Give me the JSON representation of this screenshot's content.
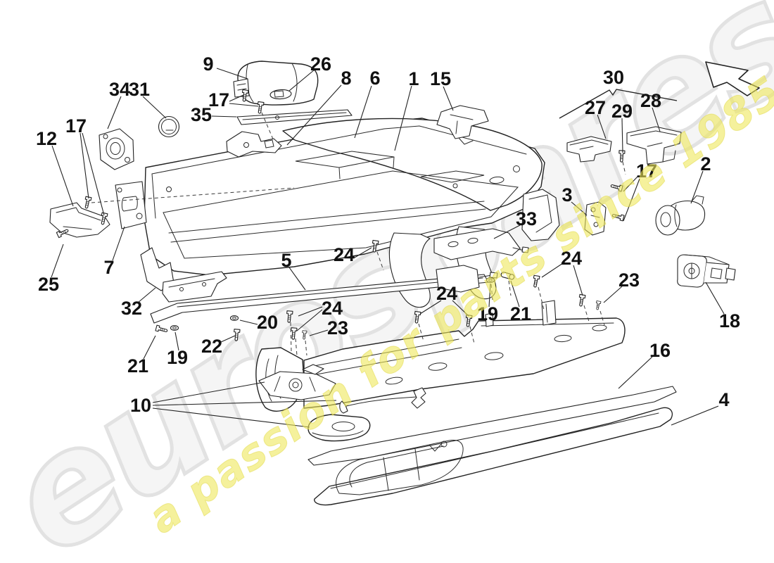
{
  "diagram": {
    "watermark": {
      "brand": "eurospares",
      "tagline": "a passion for parts since 1985"
    },
    "icons": {
      "nav_arrow": "arrow-up-left-outline"
    },
    "callouts": [
      "9",
      "26",
      "8",
      "6",
      "1",
      "15",
      "30",
      "27",
      "29",
      "28",
      "34",
      "31",
      "17",
      "35",
      "12",
      "17",
      "2",
      "17",
      "3",
      "33",
      "24",
      "5",
      "7",
      "25",
      "32",
      "24",
      "24",
      "23",
      "19",
      "21",
      "18",
      "24",
      "20",
      "23",
      "22",
      "19",
      "21",
      "16",
      "10",
      "4"
    ]
  }
}
